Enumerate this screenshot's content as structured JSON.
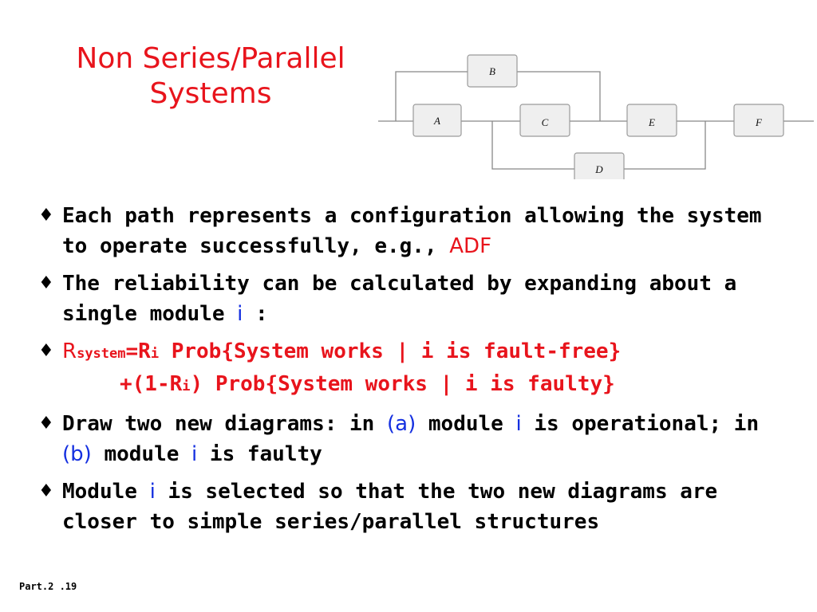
{
  "title": {
    "line1": "Non Series/Parallel",
    "line2": "Systems"
  },
  "diagram": {
    "modules": [
      "A",
      "B",
      "C",
      "D",
      "E",
      "F"
    ]
  },
  "bullets": {
    "b1": {
      "text": "Each path represents a configuration allowing the system to operate successfully, e.g., ",
      "highlight": "ADF"
    },
    "b2": {
      "text": "The reliability can be calculated by expanding about a single module ",
      "var": "i",
      "tail": " :"
    },
    "b3": {
      "r": "R",
      "sub_system": "system",
      "eq": "=R",
      "sub_i": "i",
      "rest1": " Prob{System works | i is fault-free}",
      "line2a": "+(1-R",
      "sub_i2": "i",
      "line2b": ") Prob{System works | i is faulty}"
    },
    "b4": {
      "p1": "Draw two new diagrams: in ",
      "a": "(a)",
      "p2": " module ",
      "i1": "i",
      "p3": " is operational; in ",
      "b": "(b)",
      "p4": " module ",
      "i2": "i",
      "p5": " is faulty"
    },
    "b5": {
      "p1": "Module ",
      "i": "i",
      "p2": " is selected so that the two new diagrams are closer to simple series/parallel structures"
    }
  },
  "footer": "Part.2 .19",
  "colors": {
    "title": "#e8141c",
    "highlight_red": "#e8141c",
    "highlight_blue": "#1530e0",
    "text": "#000000"
  },
  "icons": {
    "bullet": "diamond-bullet-icon"
  }
}
